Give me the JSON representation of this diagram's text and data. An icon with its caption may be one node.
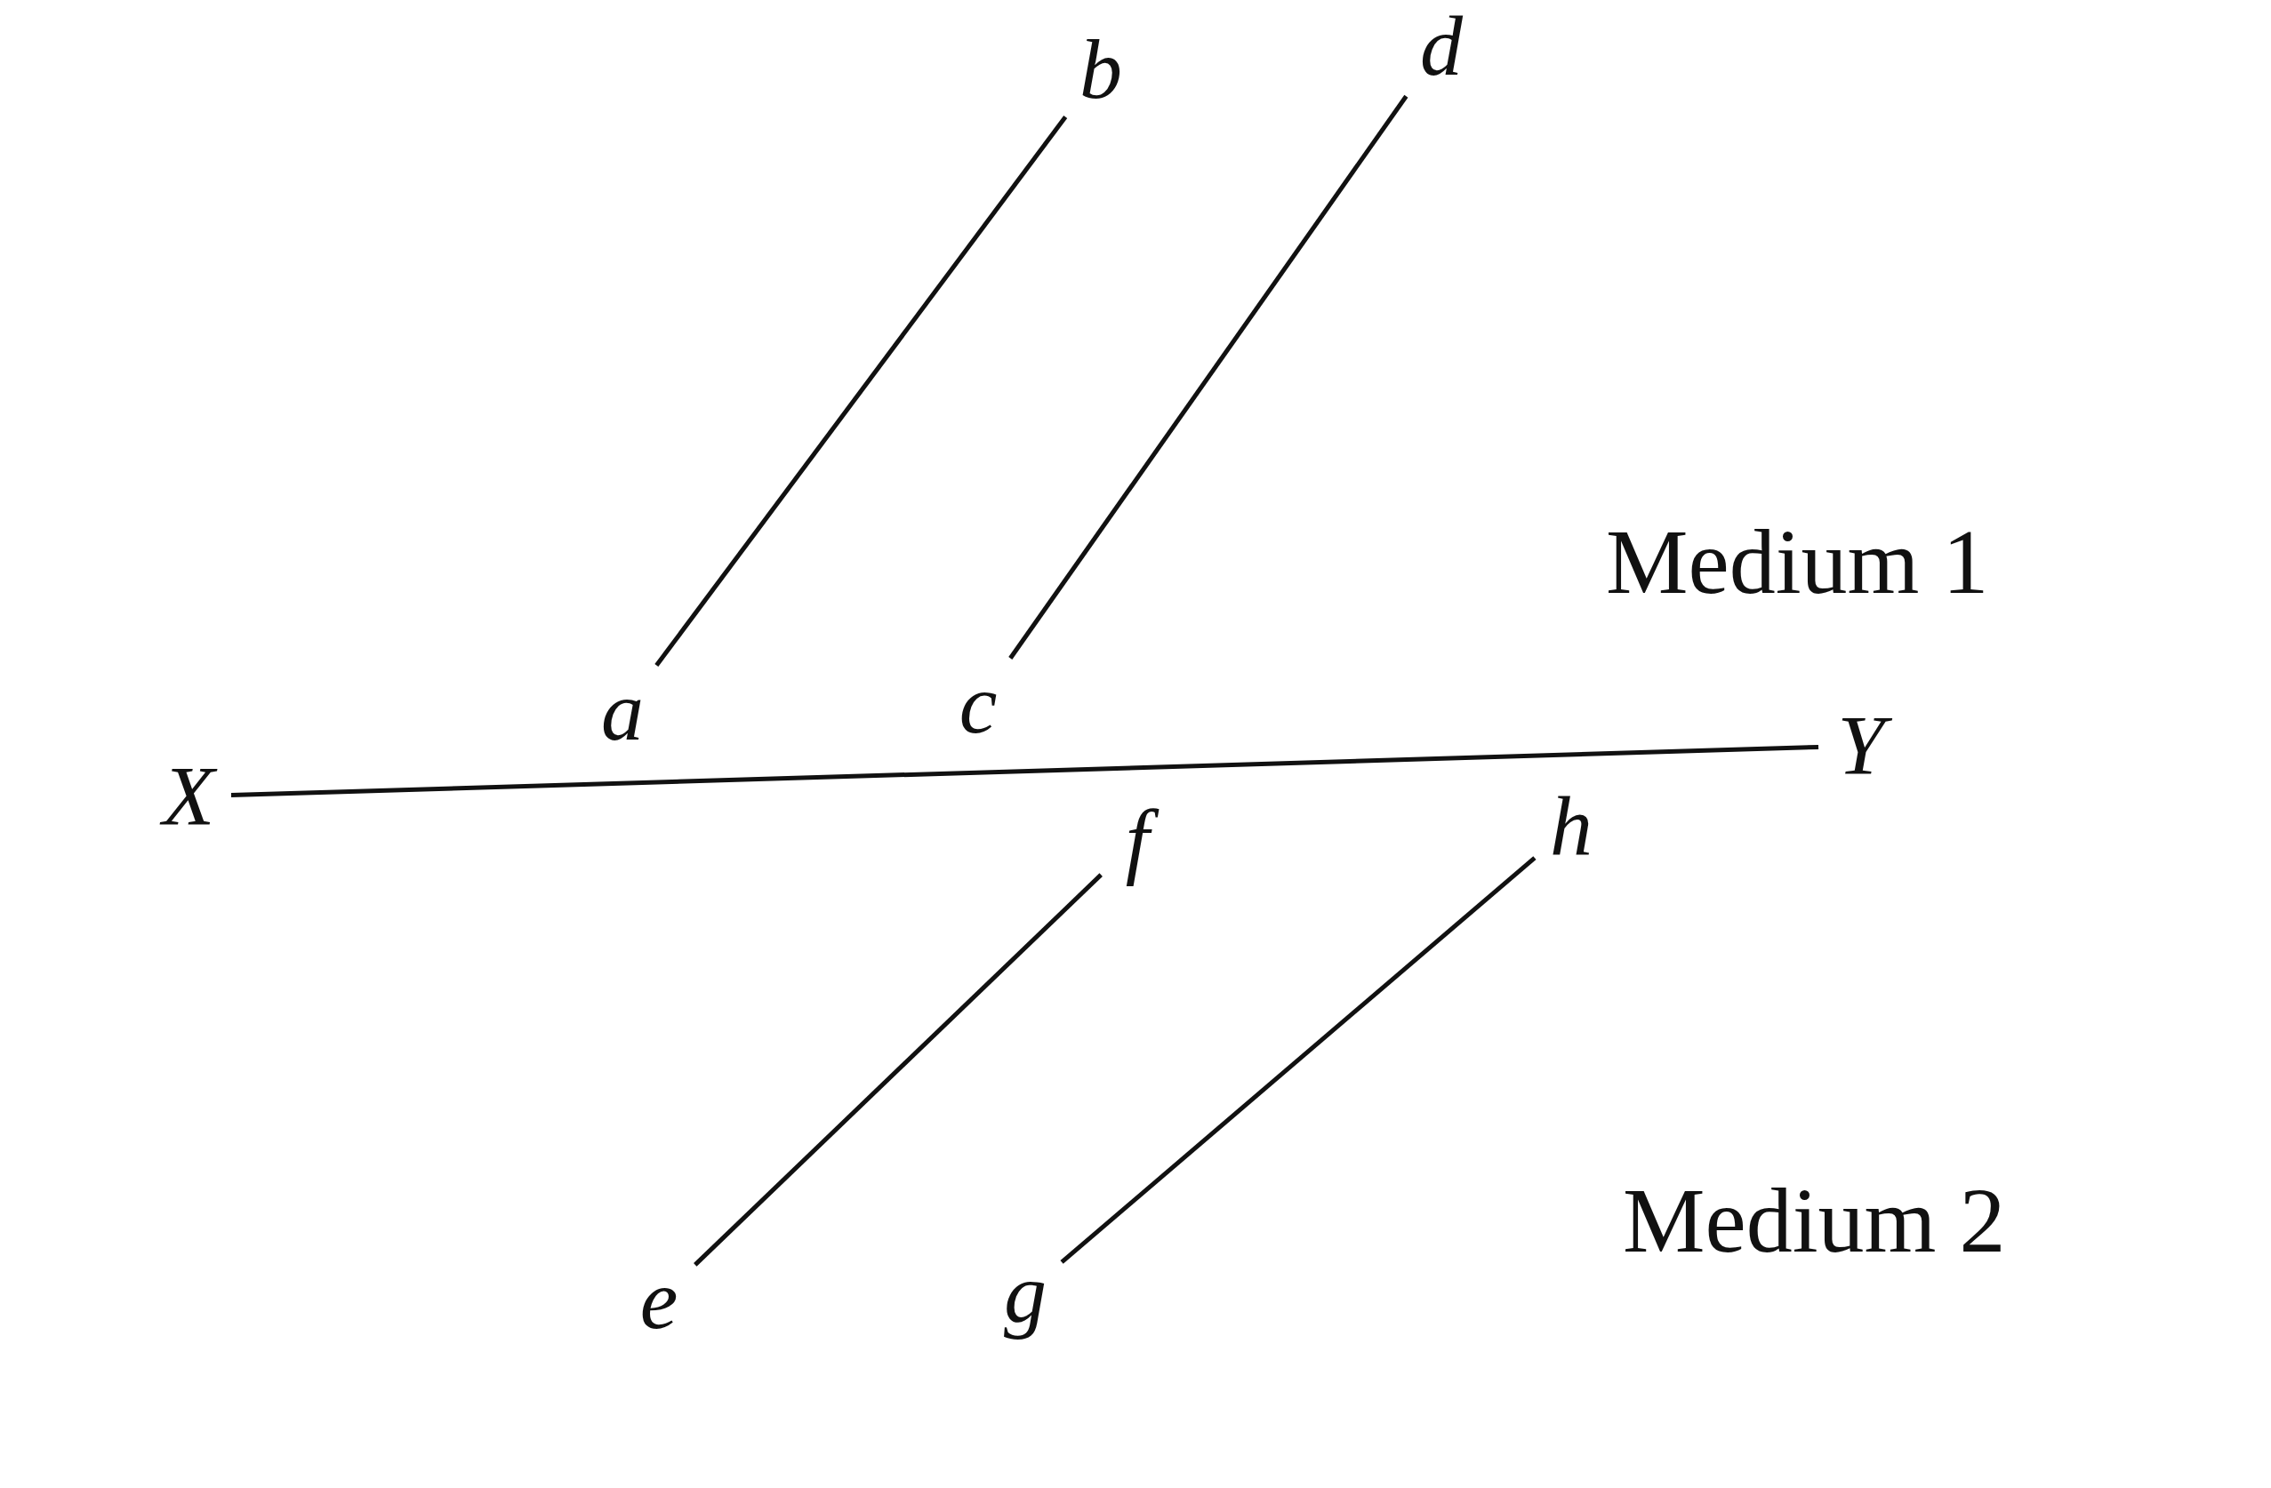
{
  "diagram": {
    "nodes": [
      {
        "text": [
          "b"
        ]
      },
      {
        "text": [
          "d"
        ]
      },
      {
        "text": [
          "a"
        ]
      },
      {
        "text": [
          "c"
        ]
      },
      {
        "text": [
          "X"
        ]
      },
      {
        "text": [
          "Y"
        ]
      },
      {
        "text": [
          "f"
        ]
      },
      {
        "text": [
          "h"
        ]
      },
      {
        "text": [
          "e"
        ]
      },
      {
        "text": [
          "g"
        ]
      }
    ],
    "edges": [
      {
        "from": 2,
        "to": 0,
        "arrow": "none"
      },
      {
        "from": 3,
        "to": 1,
        "arrow": "none"
      },
      {
        "from": 4,
        "to": 5,
        "arrow": "none"
      },
      {
        "from": 6,
        "to": 8,
        "arrow": "none"
      },
      {
        "from": 7,
        "to": 9,
        "arrow": "none"
      }
    ],
    "labels": [
      "Medium 1",
      "Medium 2"
    ]
  }
}
